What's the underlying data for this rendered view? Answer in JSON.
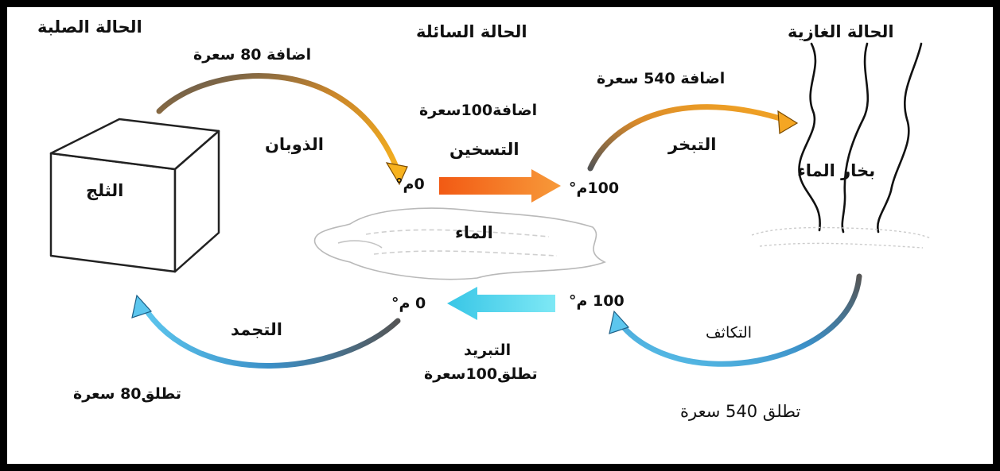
{
  "states": {
    "solid": "الحالة الصلبة",
    "liquid": "الحالة السائلة",
    "gas": "الحالة الغازية"
  },
  "substances": {
    "ice": "الثلج",
    "water": "الماء",
    "vapor": "بخار الماء"
  },
  "processes": {
    "melting": "الذوبان",
    "heating": "التسخين",
    "evaporation": "التبخر",
    "condensation": "التكاثف",
    "cooling": "التبريد",
    "freezing": "التجمد"
  },
  "energy": {
    "melting_add": "اضافة 80 سعرة",
    "heating_add": "اضافة100سعرة",
    "evaporation_add": "اضافة 540 سعرة",
    "condensation_release": "تطلق 540 سعرة",
    "cooling_release": "تطلق100سعرة",
    "freezing_release": "تطلق80 سعرة"
  },
  "temperatures": {
    "heat_start": "0م°",
    "heat_end": "100م°",
    "cool_start": "100 م°",
    "cool_end": "0 م°"
  },
  "colors": {
    "hot_arrow": "#f07820",
    "cold_arrow": "#4fd0e8",
    "warm_curve": "#f5a623",
    "cool_curve": "#3aa8d8"
  }
}
